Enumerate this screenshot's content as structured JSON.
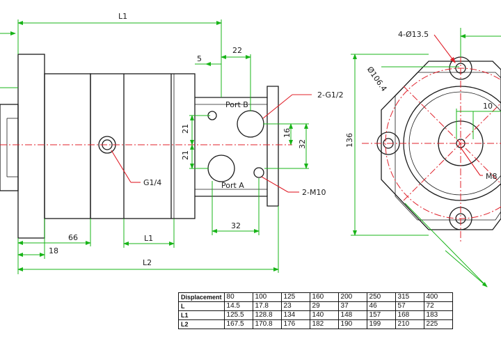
{
  "dimensions": {
    "L1_top": "L1",
    "five": "5",
    "twentytwo": "22",
    "twentyone_a": "21",
    "twentyone_b": "21",
    "sixteen": "16",
    "thirtytwo_v": "32",
    "thirtytwo_h": "32",
    "sixtysix": "66",
    "eighteen": "18",
    "L1_bottom": "L1",
    "L2": "L2",
    "ten": "10",
    "one36": "136",
    "phi106": "Ø106.4"
  },
  "callouts": {
    "port_b": "Port B",
    "port_a": "Port A",
    "g12": "2-G1/2",
    "g14": "G1/4",
    "m10": "2-M10",
    "holes": "4-Ø13.5",
    "m8": "M8"
  },
  "table": {
    "rows": [
      {
        "label": "Displacement",
        "values": [
          "80",
          "100",
          "125",
          "160",
          "200",
          "250",
          "315",
          "400"
        ]
      },
      {
        "label": "L",
        "values": [
          "14.5",
          "17.8",
          "23",
          "29",
          "37",
          "46",
          "57",
          "72"
        ]
      },
      {
        "label": "L1",
        "values": [
          "125.5",
          "128.8",
          "134",
          "140",
          "148",
          "157",
          "168",
          "183"
        ]
      },
      {
        "label": "L2",
        "values": [
          "167.5",
          "170.8",
          "176",
          "182",
          "190",
          "199",
          "210",
          "225"
        ]
      }
    ]
  },
  "colors": {
    "outline": "#1a1a1a",
    "dimension": "#19b419",
    "centerline": "#e0202a"
  }
}
